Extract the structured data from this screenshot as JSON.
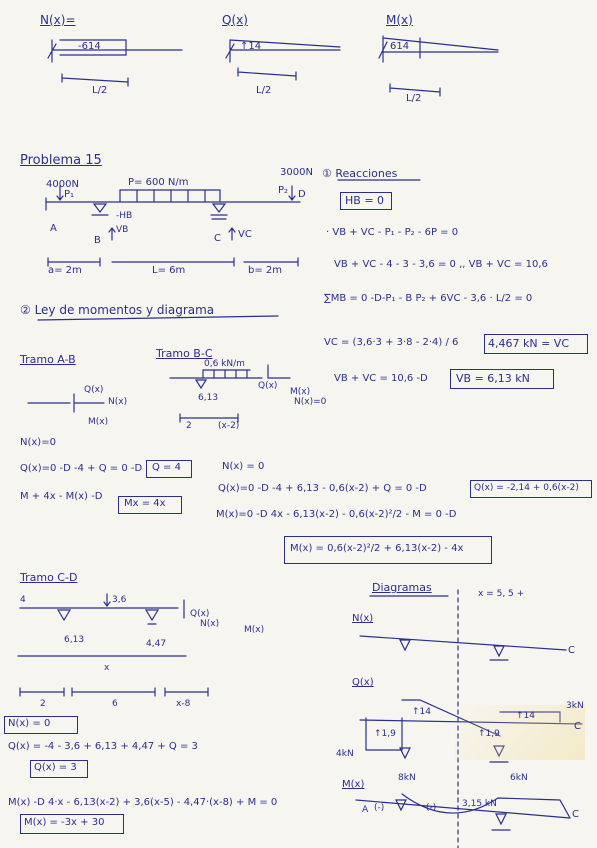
{
  "top": {
    "n_label": "N(x)=",
    "q_label": "Q(x)",
    "m_label": "M(x)",
    "n_value": "-614",
    "q_value": "↑14",
    "m_value": "614",
    "dim_n": "L/2",
    "dim_q": "L/2",
    "dim_m": "L/2"
  },
  "problem": {
    "title": "Problema 15",
    "force_left": "4000N",
    "p1": "P₁",
    "p_dist": "P= 600 N/m",
    "force_right": "3000N",
    "p2": "P₂",
    "d": "D",
    "a": "A",
    "b": "B",
    "c": "C",
    "hb": "-HB",
    "vb": "VB",
    "vc": "VC",
    "dim_a": "a= 2m",
    "dim_l": "L= 6m",
    "dim_b": "b= 2m"
  },
  "reactions": {
    "title": "① Reacciones",
    "hb": "HB = 0",
    "eq1": "· VB + VC - P₁ - P₂ - 6P = 0",
    "eq2": "VB + VC - 4 - 3 - 3,6 = 0 ,, VB + VC = 10,6",
    "eq3": "∑MB = 0 -D-P₁ - B P₂ + 6VC - 3,6 · L/2 = 0",
    "vc_eq": "VC = (3,6·3 + 3·8 - 2·4) / 6",
    "vc_res": "4,467 kN = VC",
    "vb_eq": "VB + VC = 10,6 -D",
    "vb_res": "VB = 6,13 kN"
  },
  "moments": {
    "title": "② Ley de momentos y diagrama",
    "tramo_ab": "Tramo A-B",
    "tramo_bc": "Tramo B-C",
    "q_x": "Q(x)",
    "n_x": "N(x)",
    "m_x": "M(x)",
    "nx0": "N(x)=0",
    "q_eq": "Q(x)=0 -D -4 + Q = 0 -D",
    "q_res": "Q = 4",
    "m_eq": "M + 4x - M(x) -D",
    "m_res": "Mx = 4x",
    "bc_load": "0,6 kN/m",
    "bc_reac": "6,13",
    "bc_nx": "N(x)=0",
    "bc_dim1": "2",
    "bc_dim2": "(x-2)",
    "bc_n": "N(x) = 0",
    "bc_q": "Q(x)=0 -D -4 + 6,13 - 0,6(x-2) + Q = 0 -D",
    "bc_q_res": "Q(x) = -2,14 + 0,6(x-2)",
    "bc_m": "M(x)=0 -D 4x - 6,13(x-2) - 0,6(x-2)²/2 - M = 0 -D",
    "bc_m_res": "M(x) = 0,6(x-2)²/2 + 6,13(x-2) - 4x"
  },
  "cd": {
    "title": "Tramo C-D",
    "f4": "4",
    "f36": "3,6",
    "r613": "6,13",
    "r447": "4,47",
    "x": "x",
    "d2": "2",
    "d6": "6",
    "dx8": "x-8",
    "n_res": "N(x) = 0",
    "q_eq": "Q(x) = -4 - 3,6 + 6,13 + 4,47 + Q = 3",
    "q_res": "Q(x) = 3",
    "m_eq": "M(x) -D 4·x - 6,13(x-2) + 3,6(x-5) - 4,47·(x-8) + M = 0",
    "m_res": "M(x) = -3x + 30"
  },
  "diagrams": {
    "title": "Diagramas",
    "x_note": "x = 5, 5 +",
    "n_label": "N(x)",
    "q_label": "Q(x)",
    "m_label": "M(x)",
    "c1": "C",
    "c2": "C",
    "c3": "C",
    "q_v1": "↑14",
    "q_v2": "↑1,9",
    "q_v3": "↑14",
    "q_v4": "↑1,9",
    "q_left": "4kN",
    "q_right": "3kN",
    "m_top1": "8kN",
    "m_top2": "6kN",
    "m_v1": "(-)",
    "m_v2": "(-)",
    "m_v3": "3,15 kN",
    "a": "A"
  }
}
